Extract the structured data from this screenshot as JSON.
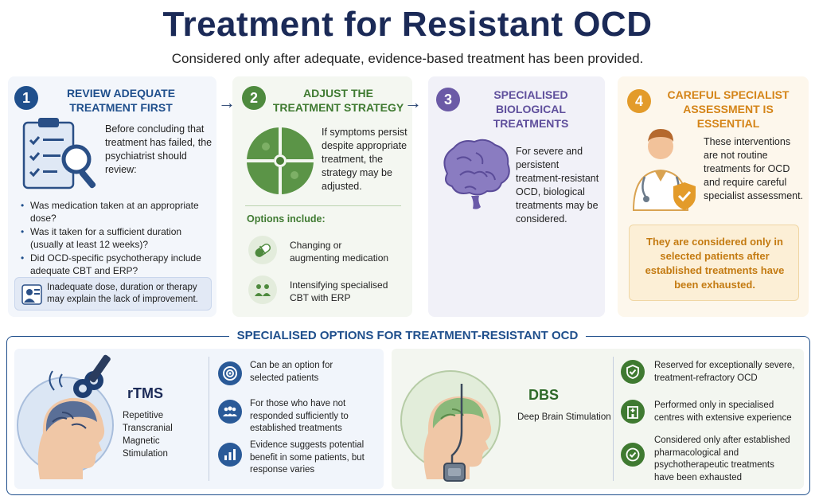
{
  "header": {
    "title": "Treatment for Resistant OCD",
    "subtitle": "Considered only after adequate, evidence-based treatment has been provided."
  },
  "steps": [
    {
      "number": "1",
      "heading": "REVIEW ADEQUATE TREATMENT FIRST",
      "intro": "Before concluding that treatment has failed, the psychiatrist should review:",
      "bullets": [
        "Was medication taken at an appropriate dose?",
        "Was it taken for a sufficient duration (usually at least 12 weeks)?",
        "Did OCD-specific psychotherapy include adequate CBT and ERP?"
      ],
      "note": "Inadequate dose, duration or therapy may explain the lack of improvement."
    },
    {
      "number": "2",
      "heading": "ADJUST THE TREATMENT STRATEGY",
      "intro": "If symptoms persist despite appropriate treatment, the strategy may be adjusted.",
      "options_title": "Options include:",
      "options": [
        "Changing or augmenting medication",
        "Intensifying specialised CBT with ERP"
      ]
    },
    {
      "number": "3",
      "heading": "SPECIALISED BIOLOGICAL TREATMENTS",
      "intro": "For severe and persistent treatment-resistant OCD, biological treatments may be considered."
    },
    {
      "number": "4",
      "heading": "CAREFUL SPECIALIST ASSESSMENT IS ESSENTIAL",
      "intro": "These interventions are not routine treatments for OCD and require careful specialist assessment.",
      "warning": "They are considered only in selected patients after established treatments have been exhausted."
    }
  ],
  "specialised": {
    "title": "SPECIALISED OPTIONS FOR TREATMENT-RESISTANT OCD",
    "rtms": {
      "name": "rTMS",
      "full_name": "Repetitive Transcranial Magnetic Stimulation",
      "points": [
        "Can be an option for selected patients",
        "For those who have not responded sufficiently to established treatments",
        "Evidence suggests potential benefit in some patients, but response varies"
      ]
    },
    "dbs": {
      "name": "DBS",
      "full_name": "Deep Brain Stimulation",
      "points": [
        "Reserved for exceptionally severe, treatment-refractory OCD",
        "Performed only in specialised centres with extensive experience",
        "Considered only after established pharmacological and psychotherapeutic treatments have been exhausted"
      ]
    }
  },
  "colors": {
    "navy": "#1b2a57",
    "blue": "#1f4f8c",
    "green": "#4e8a3e",
    "purple": "#6b5aa6",
    "orange": "#e39b2a"
  }
}
